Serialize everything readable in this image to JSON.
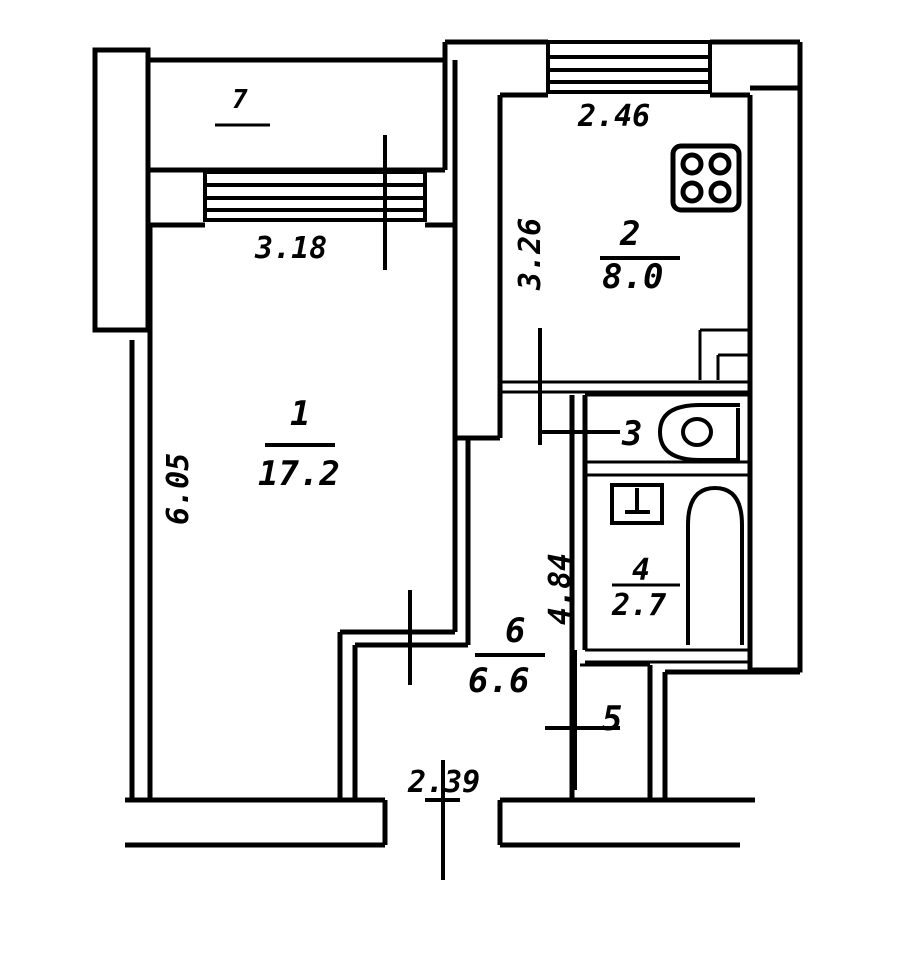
{
  "rooms": [
    {
      "number": "1",
      "area": "17.2"
    },
    {
      "number": "2",
      "area": "8.0"
    },
    {
      "number": "3",
      "area": ""
    },
    {
      "number": "4",
      "area": "2.7"
    },
    {
      "number": "5",
      "area": ""
    },
    {
      "number": "6",
      "area": "6.6"
    },
    {
      "number": "7",
      "area": ""
    }
  ],
  "dimensions": {
    "room1_top": "3.18",
    "room1_left": "6.05",
    "kitchen_top": "2.46",
    "kitchen_left": "3.26",
    "corridor_right": "4.84",
    "corridor_bottom": "2.39"
  },
  "colors": {
    "ink": "#000000",
    "paper": "#ffffff"
  },
  "icons": [
    "stove-icon",
    "toilet-icon",
    "sink-icon",
    "bathtub-icon"
  ]
}
